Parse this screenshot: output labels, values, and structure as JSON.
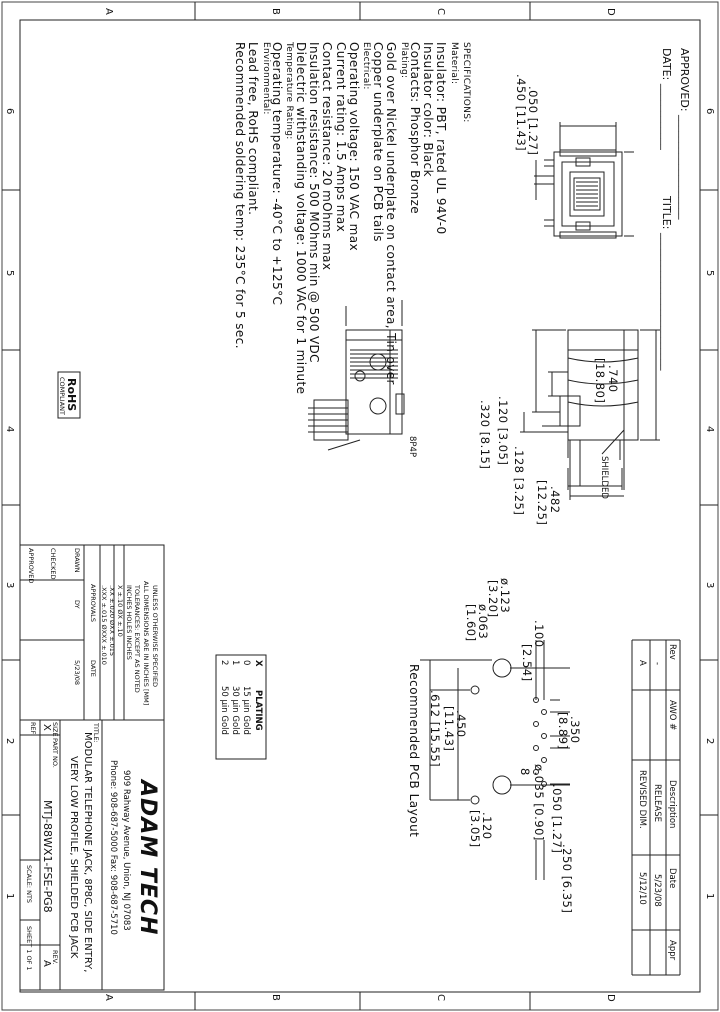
{
  "zone_letters": [
    "D",
    "C",
    "B",
    "A"
  ],
  "zone_numbers": [
    "1",
    "2",
    "3",
    "4",
    "5",
    "6"
  ],
  "approval": {
    "approved_label": "APPROVED: ___________________",
    "date_label": "DATE: ____________",
    "title_label": "TITLE: _________________________"
  },
  "revision_table": {
    "headers": [
      "Rev",
      "AWO #",
      "Description",
      "Date",
      "Appr"
    ],
    "rows": [
      [
        "-",
        "",
        "RELEASE",
        "5/23/08",
        ""
      ],
      [
        "A",
        "",
        "REVISED DIM.",
        "5/12/10",
        ""
      ]
    ]
  },
  "specifications": {
    "heading": "SPECIFICATIONS:",
    "lines": [
      {
        "text": "Material:",
        "small": true
      },
      {
        "text": "Insulator: PBT, rated UL 94V-0",
        "small": false
      },
      {
        "text": "Insulator color: Black",
        "small": false
      },
      {
        "text": "Contacts: Phosphor Bronze",
        "small": false
      },
      {
        "text": "Plating:",
        "small": true
      },
      {
        "text": "Gold over Nickel underplate on contact area, Tin over",
        "small": false
      },
      {
        "text": "Copper underplate on PCB tails",
        "small": false
      },
      {
        "text": "Electrical:",
        "small": true
      },
      {
        "text": "Operating voltage: 150 VAC max",
        "small": false
      },
      {
        "text": "Current rating: 1.5 Amps max",
        "small": false
      },
      {
        "text": "Contact resistance: 20 mOhms max",
        "small": false
      },
      {
        "text": "Insulation resistance: 500 MOhms min @ 500 VDC",
        "small": false
      },
      {
        "text": "Dielectric withstanding voltage: 1000 VAC for 1 minute",
        "small": false
      },
      {
        "text": "Temperature Rating:",
        "small": true
      },
      {
        "text": "Operating temperature: -40°C to +125°C",
        "small": false
      },
      {
        "text": "Environmental:",
        "small": true
      },
      {
        "text": "Lead free, RoHS compliant.",
        "small": false
      },
      {
        "text": "Recommended soldering temp: 235°C for 5 sec.",
        "small": false
      }
    ]
  },
  "rohs": {
    "main": "RoHS",
    "sub": "COMPLIANT"
  },
  "dimensions": {
    "d050": ".050 [1.27]",
    "d450_front": ".450 [11.43]",
    "d740": ".740",
    "d740_mm": "[18.80]",
    "d482": ".482",
    "d482_mm": "[12.25]",
    "d128": ".128 [3.25]",
    "d120": ".120 [3.05]",
    "d320": ".320 [8.15]",
    "shielded": "SHIELDED",
    "p8p4": "8P4P"
  },
  "pcb_layout": {
    "title": "Recommended PCB Layout",
    "d350": ".350",
    "d350_mm": "[8.89]",
    "d100": ".100",
    "d100_mm": "[2.54]",
    "d123": "ø.123",
    "d123_mm": "[3.20]",
    "d063": "ø.063",
    "d063_mm": "[1.60]",
    "d050": ".050 [1.27]",
    "d035": "ø.035 [0.90]",
    "d450": ".450",
    "d450_mm": "[11.43]",
    "d612": ".612 [15.55]",
    "d120": ".120",
    "d120_mm": "[3.05]",
    "d250": ".250 [6.35]",
    "pin_label": "8"
  },
  "plating_table": {
    "headers": [
      "X",
      "PLATING"
    ],
    "rows": [
      [
        "0",
        "15 µin Gold"
      ],
      [
        "1",
        "30 µin Gold"
      ],
      [
        "2",
        "50 µin Gold"
      ]
    ]
  },
  "tolerance_block": {
    "lines": [
      "UNLESS OTHERWISE SPECIFIED",
      "ALL DIMENSIONS ARE IN INCHES [MM]",
      "TOLERANCES: EXCEPT AS NOTED",
      "INCHES   HOLES   INCHES",
      "X   ±.10   ØX   ±.10",
      ".XX   ±.020   ØXX   ±.015",
      ".XXX   ±.015   ØXXX   ±.010"
    ],
    "approvals_label": "APPROVALS",
    "date_label": "DATE",
    "rows": [
      {
        "role": "DRAWN",
        "name": "DY",
        "date": "5/23/08"
      },
      {
        "role": "CHECKED",
        "name": "",
        "date": ""
      },
      {
        "role": "APPROVED",
        "name": "",
        "date": ""
      }
    ]
  },
  "title_block": {
    "company": "ADAM TECH",
    "address": "909 Rahway Avenue, Union, NJ 07083",
    "phone": "Phone: 908-687-5000 Fax: 908-687-5710",
    "title_label": "TITLE:",
    "title_line1": "MODULAR TELEPHONE JACK, 8P8C, SIDE ENTRY,",
    "title_line2": "VERY LOW PROFILE, SHIELDED PCB JACK",
    "size_label": "SIZE",
    "size_value": "X",
    "part_no_label": "PART NO.",
    "part_no": "MTJ-88WX1-FSE-PG8",
    "rev_label": "REV.",
    "rev_value": "A",
    "ref_label": "REF:",
    "scale_label": "SCALE: NTS",
    "sheet_label": "SHEET 1 OF 1"
  }
}
